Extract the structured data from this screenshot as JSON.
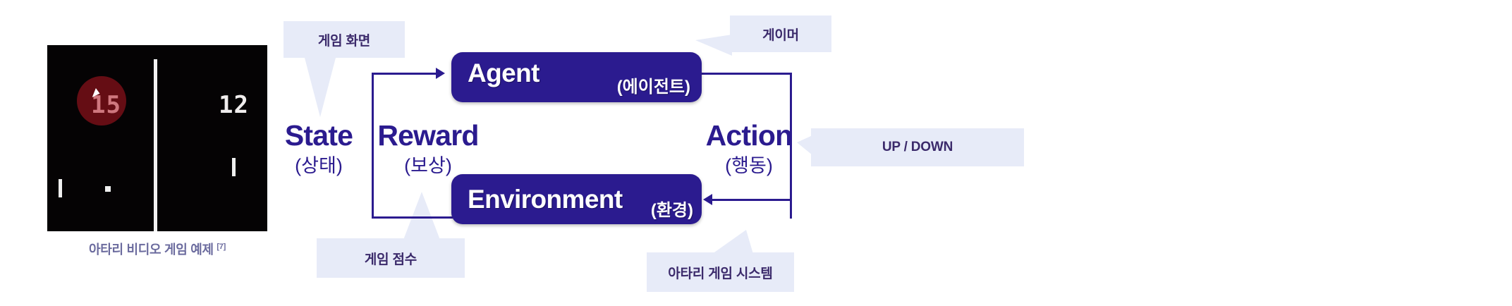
{
  "atari": {
    "score_left": "15",
    "score_right": "12",
    "caption": "아타리 비디오 게임 예제",
    "caption_ref": "[7]",
    "cursor": "mouse-cursor",
    "panel_bg": "#050304",
    "element_color": "#efefef",
    "halo_color": "#b41622"
  },
  "diagram": {
    "accent": "#2B1B8F",
    "callout_bg": "#E7EBF8",
    "callout_text": "#3B2A6B",
    "nodes": [
      {
        "en": "Agent",
        "ko": "(에이전트)"
      },
      {
        "en": "Environment",
        "ko": "(환경)"
      }
    ],
    "loop_labels": [
      {
        "en": "State",
        "ko": "(상태)"
      },
      {
        "en": "Reward",
        "ko": "(보상)"
      },
      {
        "en": "Action",
        "ko": "(행동)"
      }
    ],
    "callouts": [
      {
        "text": "게임 화면"
      },
      {
        "text": "게이머"
      },
      {
        "text": "UP / DOWN"
      },
      {
        "text": "게임 점수"
      },
      {
        "text": "아타리 게임 시스템"
      }
    ]
  }
}
